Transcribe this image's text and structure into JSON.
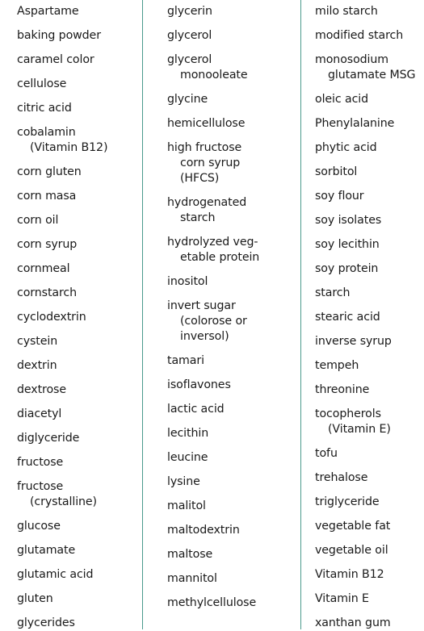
{
  "columns": [
    {
      "items": [
        "Aspartame",
        "baking powder",
        "caramel color",
        "cellulose",
        "citric acid",
        "cobalamin\n(Vitamin B12)",
        "corn gluten",
        "corn masa",
        "corn oil",
        "corn syrup",
        "cornmeal",
        "cornstarch",
        "cyclodextrin",
        "cystein",
        "dextrin",
        "dextrose",
        "diacetyl",
        "diglyceride",
        "fructose",
        "fructose\n(crystalline)",
        "glucose",
        "glutamate",
        "glutamic acid",
        "gluten",
        "glycerides"
      ]
    },
    {
      "items": [
        "glycerin",
        "glycerol",
        "glycerol\nmonooleate",
        "glycine",
        "hemicellulose",
        "high fructose\ncorn syrup\n(HFCS)",
        "hydrogenated\nstarch",
        "hydrolyzed veg-\netable protein",
        "inositol",
        "invert sugar\n(colorose or\ninversol)",
        "tamari",
        "isoflavones",
        "lactic acid",
        "lecithin",
        "leucine",
        "lysine",
        "malitol",
        "maltodextrin",
        "maltose",
        "mannitol",
        "methylcellulose"
      ]
    },
    {
      "items": [
        "milo starch",
        "modified starch",
        "monosodium\nglutamate MSG",
        "oleic acid",
        "Phenylalanine",
        "phytic acid",
        "sorbitol",
        "soy flour",
        "soy isolates",
        "soy lecithin",
        "soy protein",
        "starch",
        "stearic acid",
        "inverse syrup",
        "tempeh",
        "threonine",
        "tocopherols\n(Vitamin E)",
        "tofu",
        "trehalose",
        "triglyceride",
        "vegetable fat",
        "vegetable oil",
        "Vitamin B12",
        "Vitamin E",
        "xanthan gum"
      ]
    }
  ],
  "colors": {
    "rule": "#4a9a8c",
    "text": "#1a1a1a"
  }
}
